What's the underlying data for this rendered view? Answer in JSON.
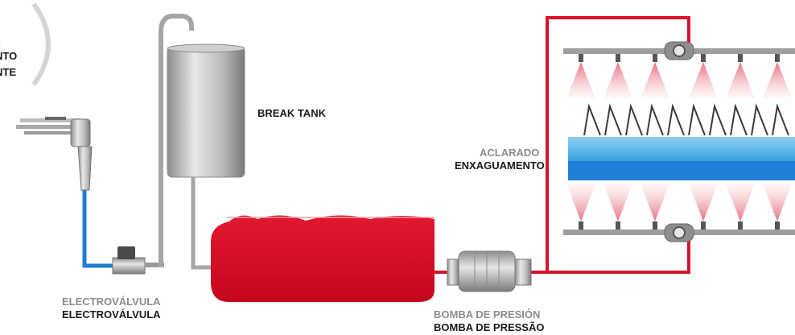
{
  "corner_fragment": {
    "line1": "E",
    "line2": "NTO",
    "line3": "NTE"
  },
  "labels": {
    "break_tank": "BREAK TANK",
    "rinse_es": "ACLARADO",
    "rinse_pt": "ENXAGUAMENTO",
    "valve_es": "ELECTROVÁLVULA",
    "valve_pt": "ELECTROVÁLVULA",
    "pump_es": "BOMBA DE PRESIÓN",
    "pump_pt": "BOMBA DE PRESSÃO"
  },
  "colors": {
    "accent_red": "#d7142b",
    "water_blue": "#1f7fd6",
    "pipe_gray": "#9a9a9a",
    "label_gray": "#8c8c8c"
  }
}
